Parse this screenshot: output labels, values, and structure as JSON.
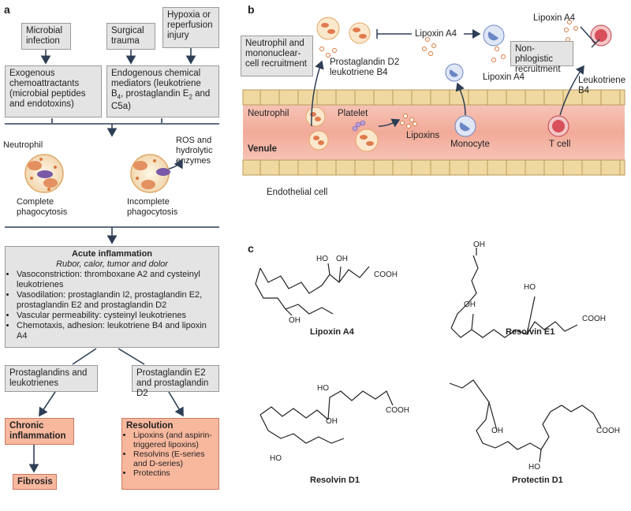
{
  "panel_a": {
    "letter": "a",
    "microbial_infection": "Microbial infection",
    "surgical_trauma": "Surgical trauma",
    "hypoxia": "Hypoxia or reperfusion injury",
    "exogenous": "Exogenous chemoattractants (microbial peptides and endotoxins)",
    "endogenous_pre": "Endogenous chemical mediators (leukotriene B",
    "endogenous_sub1": "4",
    "endogenous_mid": ", prostaglandin E",
    "endogenous_sub2": "2",
    "endogenous_post": " and C5a)",
    "neutrophil": "Neutrophil",
    "ros": "ROS and hydrolytic enzymes",
    "complete": "Complete phagocytosis",
    "incomplete": "Incomplete phagocytosis",
    "acute_title": "Acute inflammation",
    "acute_subtitle": "Rubor, calor, tumor and dolor",
    "acute_items": [
      "Vasoconstriction: thromboxane A2 and cysteinyl leukotrienes",
      "Vasodilation: prostaglandin I2, prostaglandin E2, prostaglandin E2 and prostaglandin D2",
      "Vascular permeability: cysteinyl leukotrienes",
      "Chemotaxis, adhesion: leukotriene B4 and lipoxin A4"
    ],
    "pg_lt": "Prostaglandins and leukotrienes",
    "pge2_pgd2": "Prostaglandin E2 and prostaglandin D2",
    "chronic": "Chronic inflammation",
    "fibrosis": "Fibrosis",
    "resolution_title": "Resolution",
    "resolution_items": [
      "Lipoxins (and aspirin-triggered lipoxins)",
      "Resolvins (E-series and D-series)",
      "Protectins"
    ]
  },
  "panel_b": {
    "letter": "b",
    "recruitment": "Neutrophil and mononuclear-cell recruitment",
    "lipoxin_a4_top": "Lipoxin A4",
    "pgd2_ltb4": "Prostaglandin D2 leukotriene B4",
    "non_phlogistic": "Non-phlogistic recruitment",
    "lipoxin_a4_right": "Lipoxin A4",
    "lipoxin_a4_mid": "Lipoxin A4",
    "leukotriene_b4": "Leukotriene B4",
    "neutrophil": "Neutrophil",
    "platelet": "Platelet",
    "lipoxins": "Lipoxins",
    "monocyte": "Monocyte",
    "t_cell": "T cell",
    "venule": "Venule",
    "endothelial": "Endothelial cell"
  },
  "panel_c": {
    "letter": "c",
    "lipoxin_a4": "Lipoxin A4",
    "resolvin_e1": "Resolvin E1",
    "resolvin_d1": "Resolvin D1",
    "protectin_d1": "Protectin D1",
    "cooh": "COOH",
    "ho": "HO",
    "oh": "OH"
  },
  "colors": {
    "box_grey": "#e4e4e4",
    "salmon": "#f4a488",
    "vessel": "#f2b8a8",
    "endothelium": "#f0d9a0",
    "monocyte": "#6b86c4",
    "t_cell": "#d8505a",
    "arrow": "#2d3e55"
  }
}
